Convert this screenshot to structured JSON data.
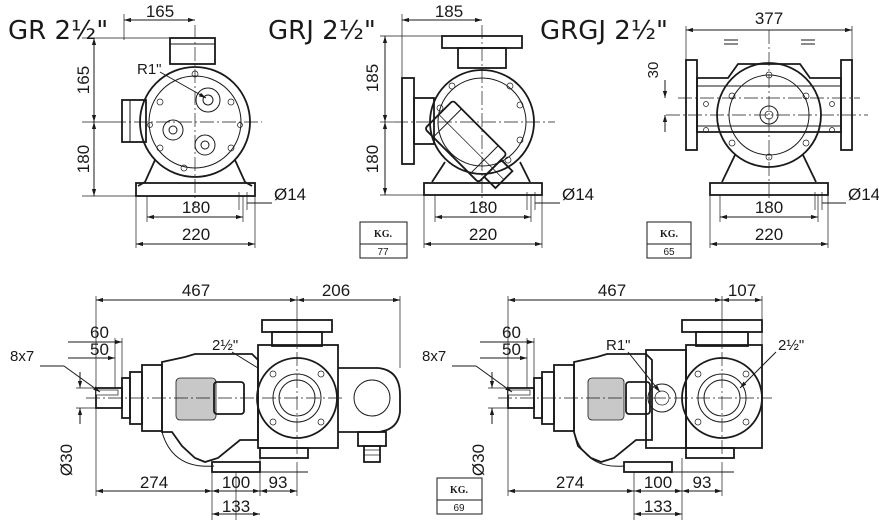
{
  "views": {
    "gr": {
      "title": "GR 2½\"",
      "dims": {
        "width_top": "165",
        "height_top": "165",
        "height_bottom": "180",
        "port": "R1\"",
        "holes": "180",
        "hole_dia": "Ø14",
        "base": "220"
      }
    },
    "grj": {
      "title": "GRJ 2½\"",
      "dims": {
        "width_top": "185",
        "height_top": "185",
        "height_bottom": "180",
        "holes": "180",
        "hole_dia": "Ø14",
        "base": "220"
      },
      "weight": {
        "label": "KG.",
        "value": "77"
      }
    },
    "grgj": {
      "title": "GRGJ 2½\"",
      "dims": {
        "overall": "377",
        "offset": "30",
        "holes": "180",
        "hole_dia": "Ø14",
        "base": "220"
      },
      "weight": {
        "label": "KG.",
        "value": "65"
      }
    },
    "side_left": {
      "dims": {
        "overall": "467",
        "right": "206",
        "d60": "60",
        "d50": "50",
        "key": "8x7",
        "port": "2½\"",
        "shaft": "Ø30",
        "d274": "274",
        "d100": "100",
        "d93": "93",
        "d133": "133"
      }
    },
    "side_right": {
      "dims": {
        "overall": "467",
        "right": "107",
        "d60": "60",
        "d50": "50",
        "key": "8x7",
        "port_r1": "R1\"",
        "port": "2½\"",
        "shaft": "Ø30",
        "d274": "274",
        "d100": "100",
        "d93": "93",
        "d133": "133"
      },
      "weight": {
        "label": "KG.",
        "value": "69"
      }
    }
  }
}
